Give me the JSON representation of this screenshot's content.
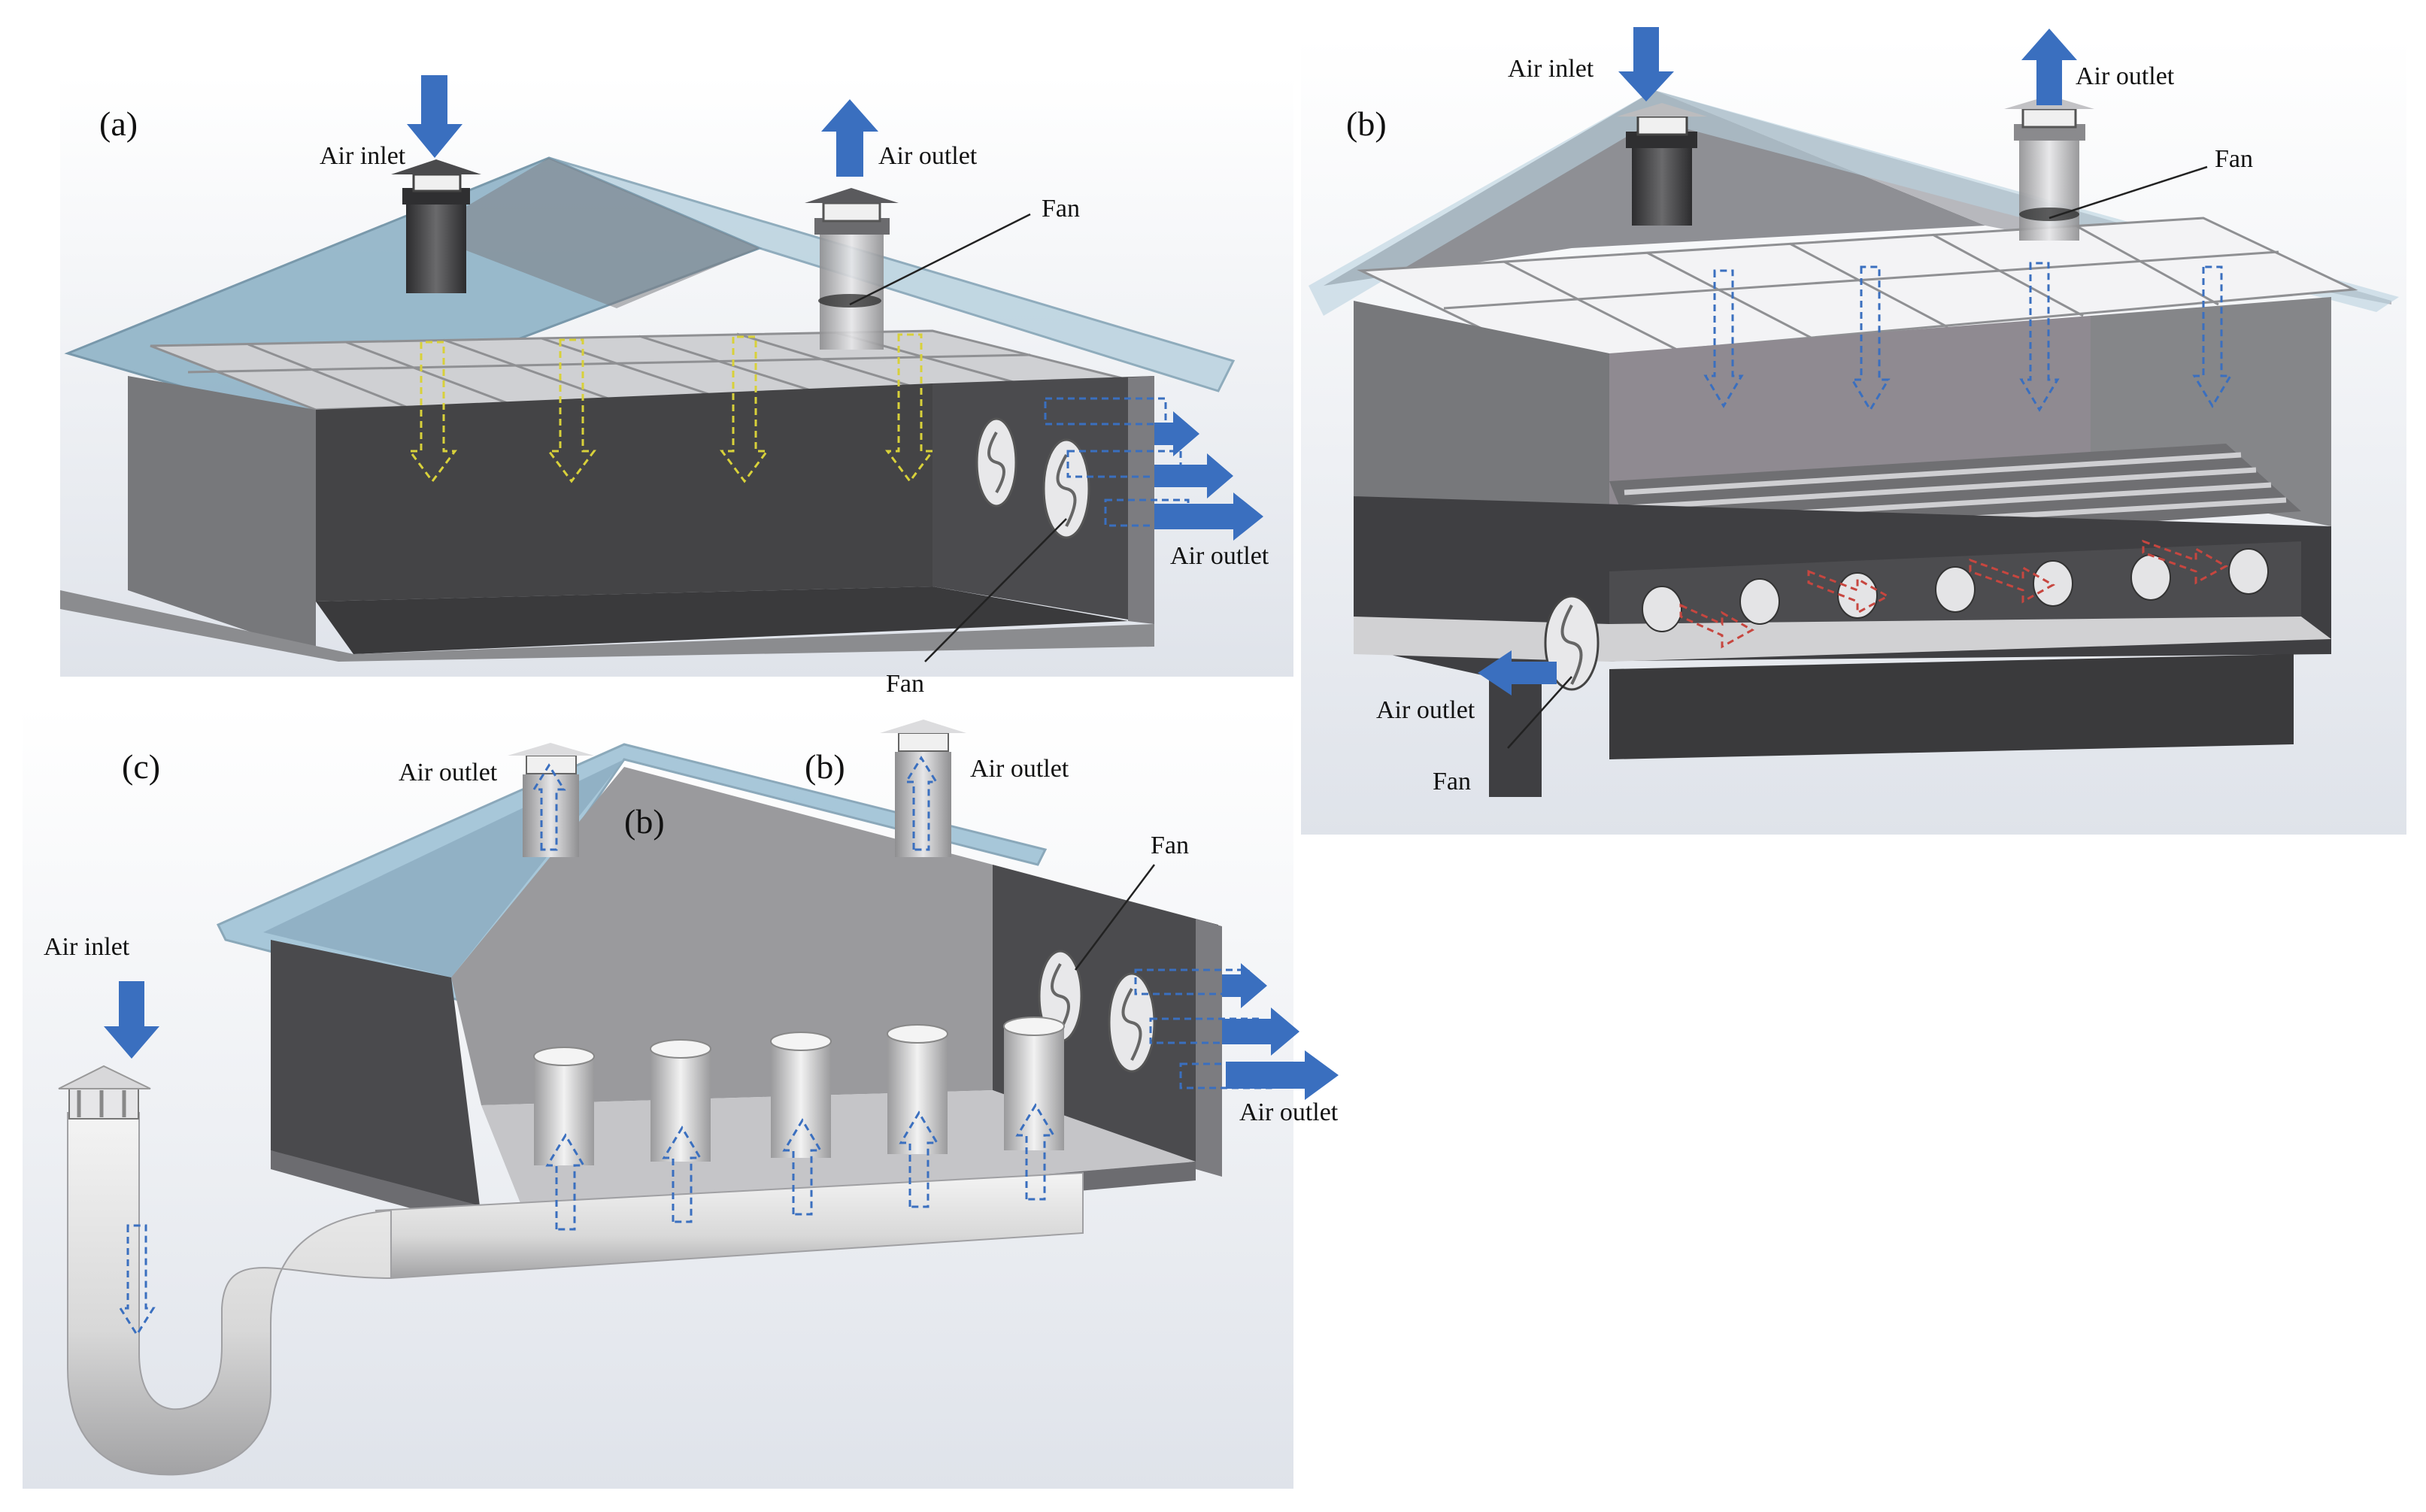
{
  "colors": {
    "flow_blue": "#3a6fbf",
    "wall_dark": "#4a4a4c",
    "wall_mid": "#7d7d80",
    "wall_light": "#a9a9ac",
    "roof_glass": "#9fc2d6",
    "tile": "#d6d6d8",
    "air_yellow": "#d8d13a",
    "air_red": "#c7463f"
  },
  "panel_a": {
    "tag": "(a)",
    "air_inlet": "Air inlet",
    "air_outlet_top": "Air outlet",
    "fan_top": "Fan",
    "air_outlet_side": "Air outlet",
    "fan_side": "Fan"
  },
  "panel_b": {
    "tag": "(b)",
    "air_inlet": "Air inlet",
    "air_outlet_top": "Air outlet",
    "fan_top": "Fan",
    "air_outlet_side": "Air outlet",
    "fan_side": "Fan"
  },
  "panel_c": {
    "tag": "(c)",
    "tag_inner_1": "(b)",
    "tag_inner_2": "(b)",
    "air_outlet_1": "Air outlet",
    "air_outlet_2": "Air outlet",
    "fan": "Fan",
    "air_outlet_side": "Air outlet",
    "air_inlet": "Air inlet"
  }
}
